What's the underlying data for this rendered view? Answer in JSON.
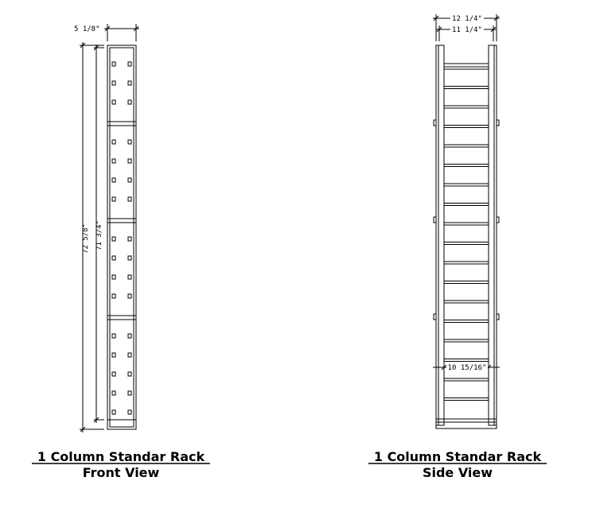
{
  "front_view": {
    "width_dim": "5 1/8\"",
    "overall_height_dim": "72 5/8\"",
    "inner_height_dim": "71 3/4\"",
    "title": "1 Column Standar Rack",
    "subtitle": "Front View"
  },
  "side_view": {
    "overall_depth_dim": "12 1/4\"",
    "inner_depth_dim": "11 1/4\"",
    "rung_depth_dim": "10 15/16\"",
    "title": "1 Column Standar Rack",
    "subtitle": "Side View"
  },
  "colors": {
    "line": "#000000",
    "background": "#ffffff"
  }
}
